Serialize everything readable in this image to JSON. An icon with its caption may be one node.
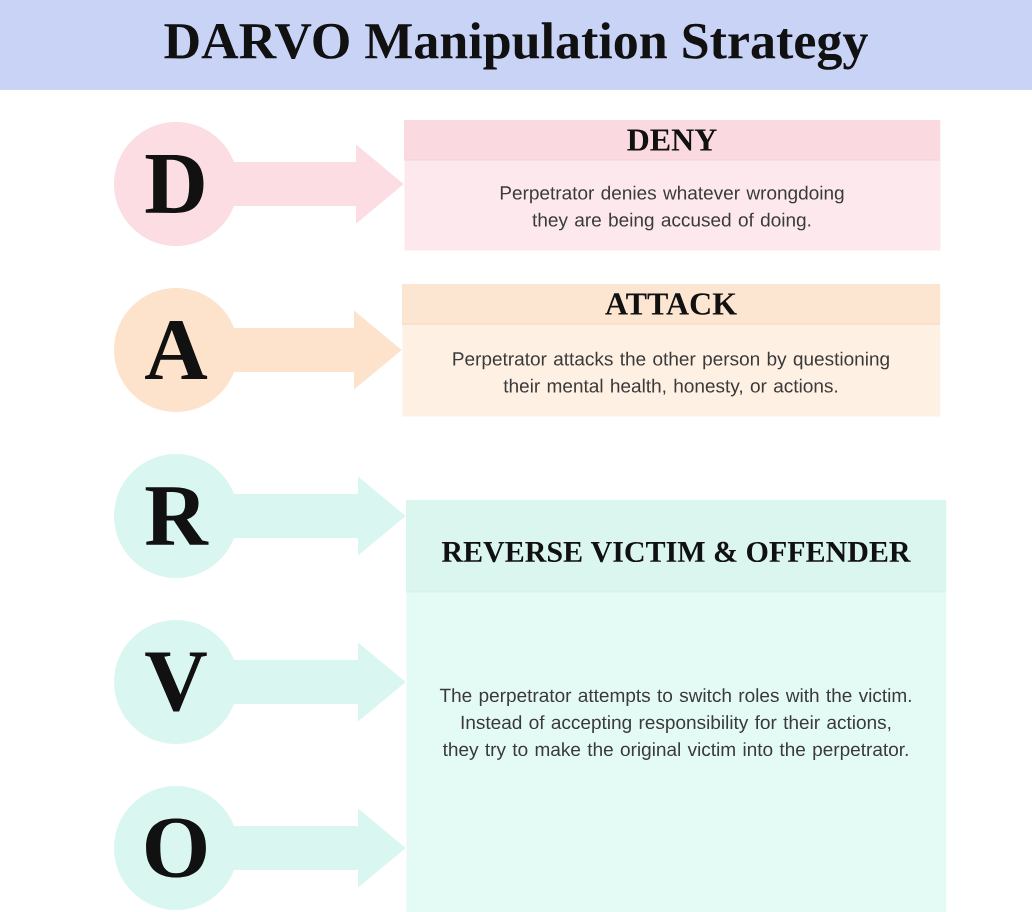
{
  "diagram": {
    "title": "DARVO Manipulation Strategy",
    "nodes": [
      {
        "text": [
          "D"
        ]
      },
      {
        "text": [
          "DENY",
          "Perpetrator denies whatever wrongdoing they are being accused of doing."
        ]
      },
      {
        "text": [
          "A"
        ]
      },
      {
        "text": [
          "ATTACK",
          "Perpetrator attacks the other person by questioning their mental health, honesty, or actions."
        ]
      },
      {
        "text": [
          "R"
        ]
      },
      {
        "text": [
          "REVERSE VICTIM & OFFENDER",
          "The perpetrator attempts to switch roles with the victim. Instead of accepting responsibility for their actions, they try to make the original victim into the perpetrator."
        ]
      },
      {
        "text": [
          "V"
        ]
      },
      {
        "text": [
          "O"
        ]
      }
    ],
    "edges": [
      {
        "from": 0,
        "to": 1,
        "arrow": "to",
        "color": "#fbdde3"
      },
      {
        "from": 2,
        "to": 3,
        "arrow": "to",
        "color": "#fde3cb"
      },
      {
        "from": 4,
        "to": 5,
        "arrow": "to"
      },
      {
        "from": 6,
        "to": 5,
        "arrow": "to"
      },
      {
        "from": 7,
        "to": 5,
        "arrow": "to"
      }
    ]
  }
}
